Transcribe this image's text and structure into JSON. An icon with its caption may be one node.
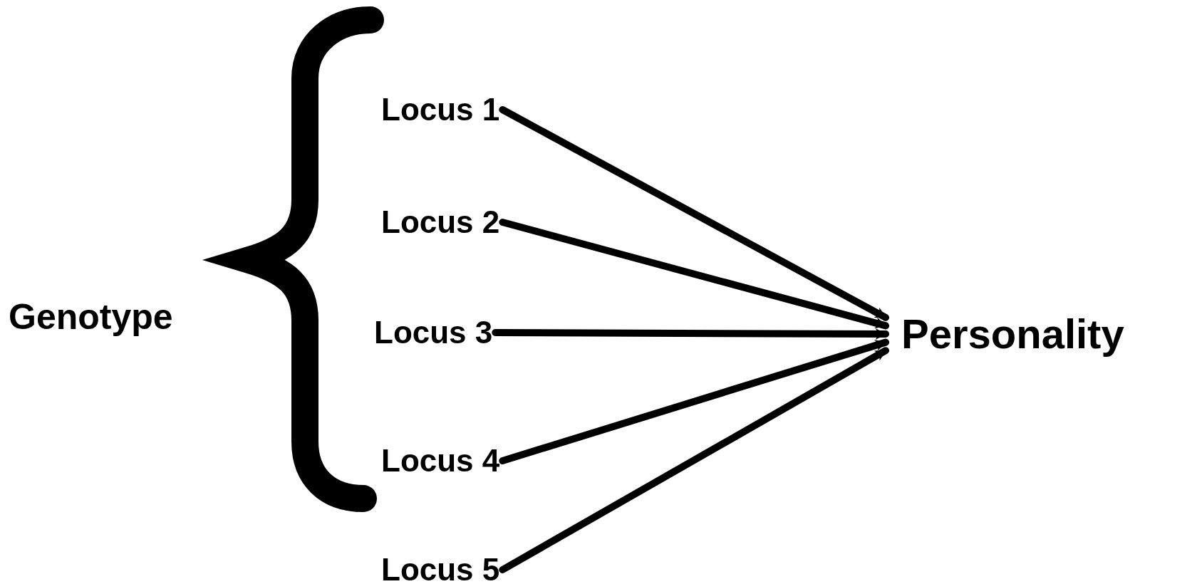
{
  "diagram": {
    "nodes": [
      {
        "text": [
          "Locus 1"
        ]
      },
      {
        "text": [
          "Locus 2"
        ]
      },
      {
        "text": [
          "Locus 3"
        ]
      },
      {
        "text": [
          "Locus 4"
        ]
      },
      {
        "text": [
          "Locus 5"
        ]
      },
      {
        "text": [
          "Personality"
        ]
      }
    ],
    "edges": [
      {
        "from": 0,
        "to": 5,
        "arrow": "to"
      },
      {
        "from": 1,
        "to": 5,
        "arrow": "to"
      },
      {
        "from": 2,
        "to": 5,
        "arrow": "to"
      },
      {
        "from": 3,
        "to": 5,
        "arrow": "to"
      },
      {
        "from": 4,
        "to": 5,
        "arrow": "to"
      }
    ],
    "labels": [
      "Genotype"
    ]
  }
}
